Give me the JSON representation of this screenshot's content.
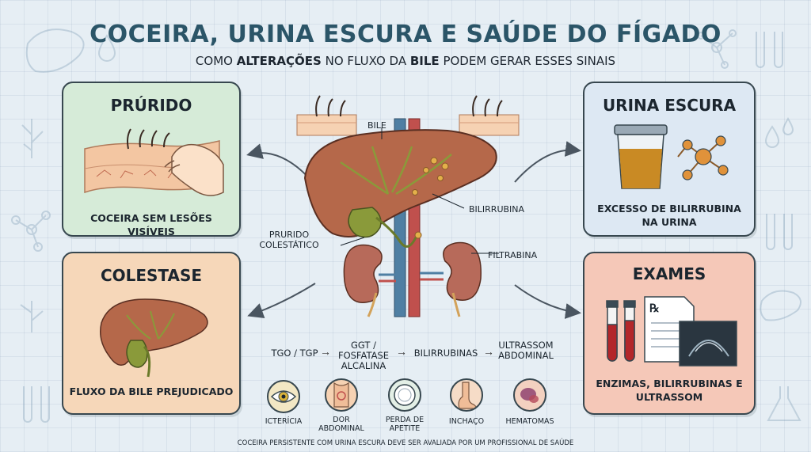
{
  "header": {
    "title": "COCEIRA, URINA ESCURA E SAÚDE DO FÍGADO",
    "subtitle_part1": "COMO ",
    "subtitle_bold1": "ALTERAÇÕES",
    "subtitle_part2": " NO FLUXO DA ",
    "subtitle_bold2": "BILE",
    "subtitle_part3": " PODEM GERAR ESSES SINAIS"
  },
  "cards": {
    "pruritus": {
      "title": "PRÚRIDO",
      "caption": "COCEIRA SEM LESÕES VISÍVEIS",
      "color": "#d6ebd8"
    },
    "dark_urine": {
      "title": "URINA ESCURA",
      "caption": "EXCESSO DE BILIRRUBINA NA URINA",
      "color": "#dde8f3"
    },
    "cholestasis": {
      "title": "COLESTASE",
      "caption": "FLUXO DA BILE PREJUDICADO",
      "color": "#f6d7b9"
    },
    "exams": {
      "title": "EXAMES",
      "caption": "ENZIMAS, BILIRRUBINAS E ULTRASSOM",
      "color": "#f5c8b8"
    }
  },
  "center_labels": {
    "bile": "BILE",
    "bilirubin": "BILIRRUBINA",
    "cholestatic_pruritus": "PRURIDO COLESTÁTICO",
    "filtration": "FILTRABINA"
  },
  "flow": {
    "step1": "TGO / TGP",
    "step2": "GGT / FOSFATASE ALCALINA",
    "step3": "BILIRRUBINAS",
    "step4": "ULTRASSOM ABDOMINAL"
  },
  "symptoms": [
    {
      "label": "ICTERÍCIA",
      "icon": "eye-icon"
    },
    {
      "label": "DOR ABDOMINAL",
      "icon": "abdomen-icon"
    },
    {
      "label": "PERDA DE APETITE",
      "icon": "plate-icon"
    },
    {
      "label": "INCHAÇO",
      "icon": "leg-icon"
    },
    {
      "label": "HEMATOMAS",
      "icon": "bruise-icon"
    }
  ],
  "footer": "COCEIRA PERSISTENTE COM URINA ESCURA DEVE SER AVALIADA POR UM PROFISSIONAL DE SAÚDE",
  "colors": {
    "liver": "#b5684a",
    "gallbladder": "#8a9a3a",
    "kidney": "#b76a5a",
    "vein": "#4f7fa3",
    "artery": "#c0504d",
    "urine": "#c98a24"
  }
}
